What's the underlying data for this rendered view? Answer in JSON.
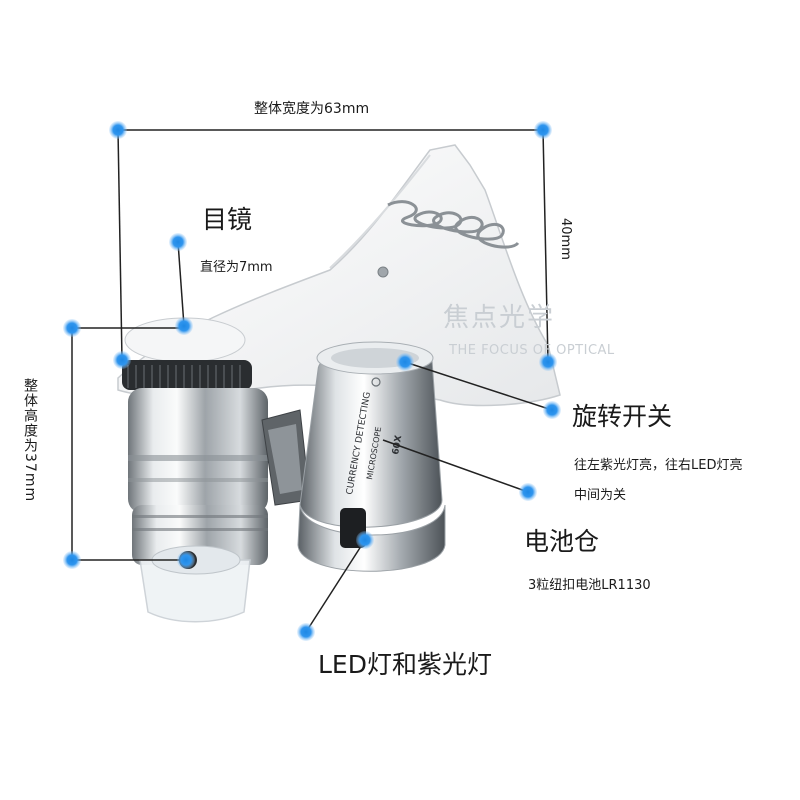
{
  "dimensions": {
    "width_label": "整体宽度为63mm",
    "height_label": "40mm",
    "total_height_label": "整体高度为37mm"
  },
  "eyepiece": {
    "title": "目镜",
    "diameter": "直径为7mm"
  },
  "switch": {
    "title": "旋转开关",
    "desc_line1": "往左紫光灯亮，往右LED灯亮",
    "desc_line2": "中间为关"
  },
  "battery": {
    "title": "电池仓",
    "desc": "3粒纽扣电池LR1130"
  },
  "lights": {
    "title": "LED灯和紫光灯"
  },
  "device": {
    "text_line1": "CURRENCY DETECTING",
    "text_line2": "MICROSCOPE",
    "mark": "60X"
  },
  "watermark": {
    "brand": "焦点光学",
    "tagline": "THE FOCUS OF OPTICAL"
  },
  "colors": {
    "dot": "#1e88e5",
    "line": "#222222",
    "watermark": "#c9ced3"
  }
}
